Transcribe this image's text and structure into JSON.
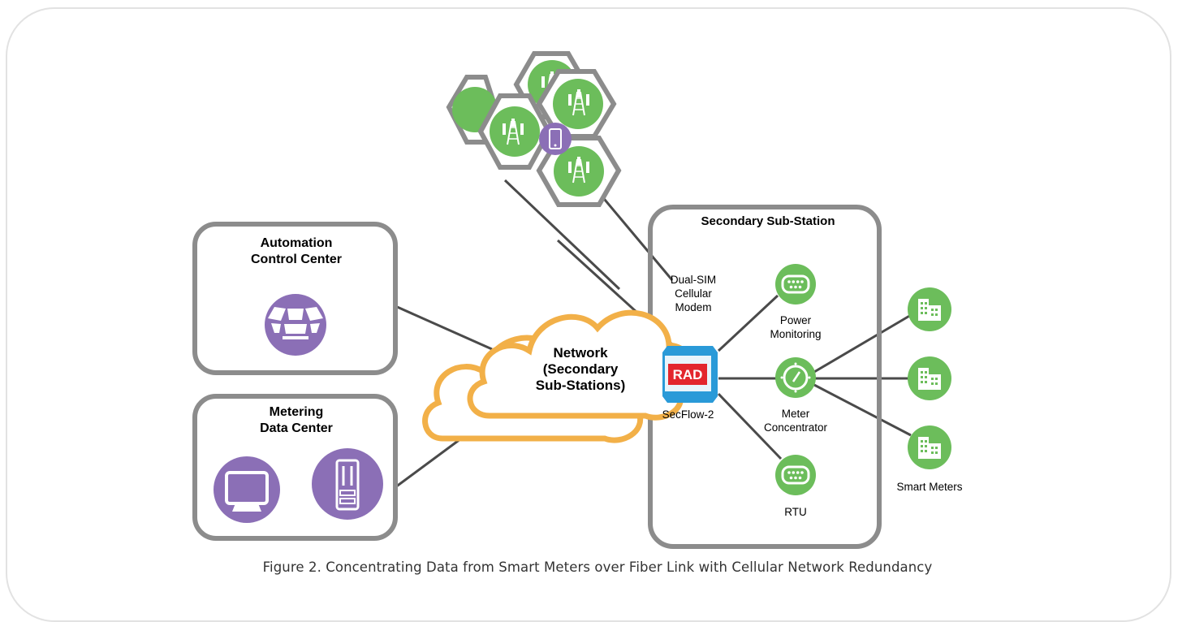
{
  "colors": {
    "box_border": "#8c8c8c",
    "cloud": "#f2b048",
    "green": "#6cbd5b",
    "purple": "#8b6fb6",
    "line": "#4a4a4a",
    "rad_red": "#e3262d",
    "rad_blue": "#2a9ad8"
  },
  "automation": {
    "title_line1": "Automation",
    "title_line2": "Control Center",
    "icon": "control-room-icon"
  },
  "metering": {
    "title_line1": "Metering",
    "title_line2": "Data Center",
    "icons": [
      "monitor-icon",
      "server-icon"
    ]
  },
  "network": {
    "line1": "Network",
    "line2": "(Secondary",
    "line3": "Sub-Stations)"
  },
  "substation": {
    "title": "Secondary Sub-Station"
  },
  "modem": {
    "line1": "Dual-SIM",
    "line2": "Cellular",
    "line3": "Modem"
  },
  "secflow": {
    "logo": "RAD",
    "label": "SecFlow-2"
  },
  "power": {
    "line1": "Power",
    "line2": "Monitoring",
    "icon": "connector-icon"
  },
  "meter": {
    "line1": "Meter",
    "line2": "Concentrator",
    "icon": "gauge-icon"
  },
  "rtu": {
    "label": "RTU",
    "icon": "connector-icon"
  },
  "smart_meters": {
    "label": "Smart Meters",
    "icon": "building-icon"
  },
  "cellular": {
    "icons": [
      "cell-tower-icon",
      "mobile-phone-icon"
    ]
  },
  "caption": "Figure 2.  Concentrating Data from Smart Meters over Fiber Link with Cellular Network Redundancy"
}
